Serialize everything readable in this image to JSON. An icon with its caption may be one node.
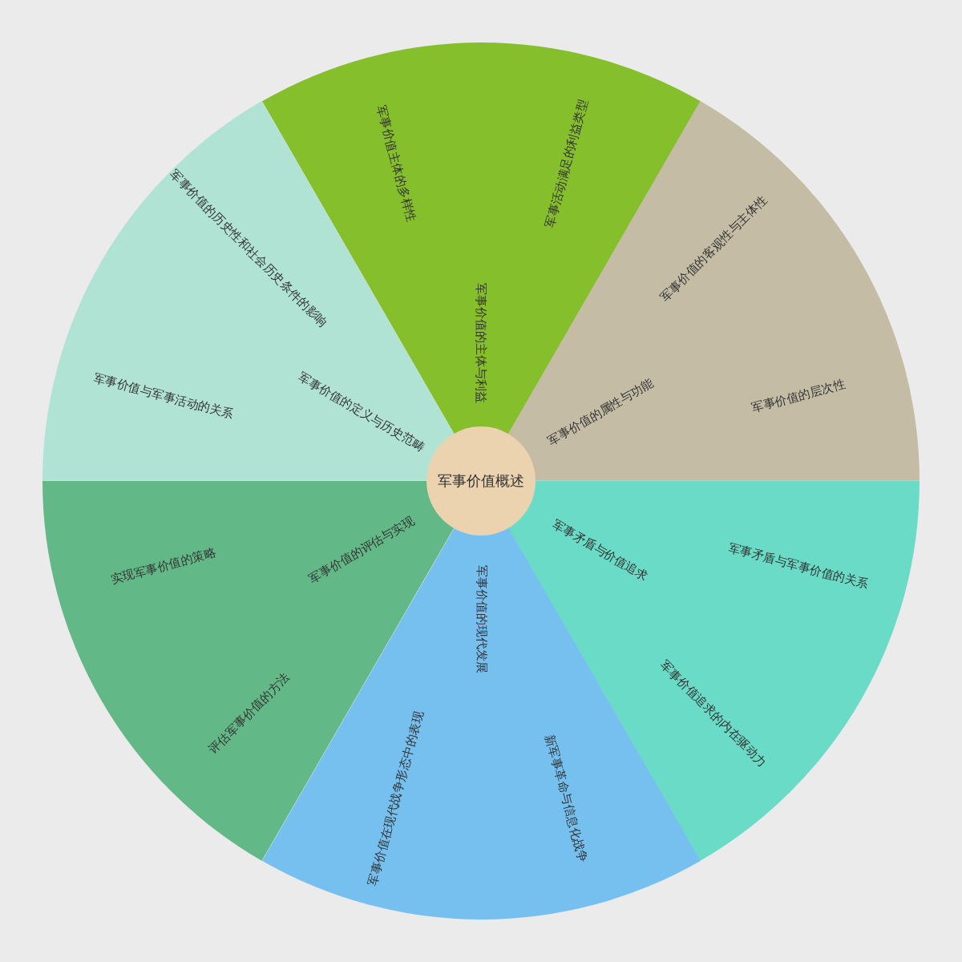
{
  "diagram": {
    "nodes": [
      {
        "text": [
          "军事价值概述"
        ]
      },
      {
        "text": [
          "军事价值的主体与利益",
          "军事价值主体的多样性",
          "军事活动满足的利益类型"
        ]
      },
      {
        "text": [
          "军事价值的属性与功能",
          "军事价值的客观性与主体性",
          "军事价值的层次性"
        ]
      },
      {
        "text": [
          "军事矛盾与价值追求",
          "军事矛盾与军事价值的关系",
          "军事价值追求的内在驱动力"
        ]
      },
      {
        "text": [
          "军事价值的现代发展",
          "新军事革命与信息化战争",
          "军事价值在现代战争形态中的表现"
        ]
      },
      {
        "text": [
          "军事价值的评估与实现",
          "评估军事价值的方法",
          "实现军事价值的策略"
        ]
      },
      {
        "text": [
          "军事价值的定义与历史范畴",
          "军事价值与军事活动的关系",
          "军事价值的历史性和社会历史条件的影响"
        ]
      }
    ]
  }
}
